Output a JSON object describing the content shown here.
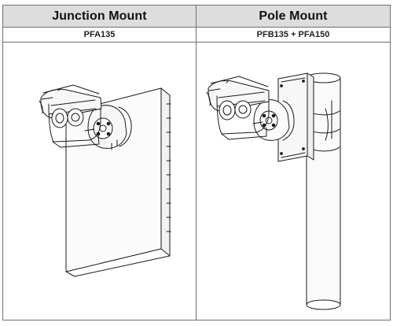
{
  "table": {
    "columns": [
      {
        "header": "Junction Mount",
        "model": "PFA135"
      },
      {
        "header": "Pole Mount",
        "model": "PFB135 + PFA150"
      }
    ]
  },
  "colors": {
    "header_background": "#dddddd",
    "line": "#6f6f6f",
    "drawing_stroke": "#1a1a1a",
    "drawing_fill": "#f7f7f7"
  },
  "icons": [
    "wall-illustration",
    "bullet-camera-illustration",
    "junction-box-illustration",
    "pole-illustration",
    "pole-mount-bracket-illustration"
  ]
}
